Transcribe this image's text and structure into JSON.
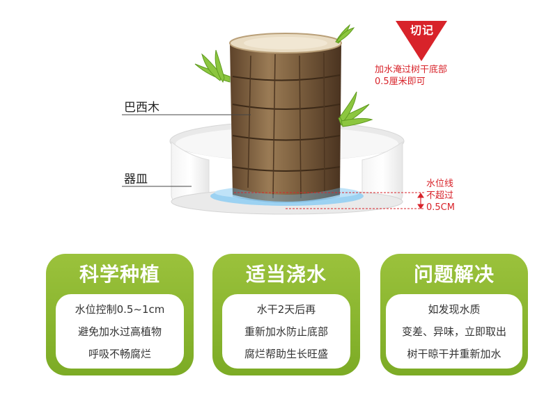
{
  "warning": {
    "badge": "切记",
    "note_line1": "加水淹过树干底部",
    "note_line2": "0.5厘米即可"
  },
  "labels": {
    "plant": "巴西木",
    "dish": "器皿"
  },
  "water_level": {
    "line1": "水位线",
    "line2": "不超过",
    "line3": "0.5CM"
  },
  "colors": {
    "green": "#8bb52f",
    "red": "#d8232a",
    "water": "#9cd2f2"
  },
  "cards": [
    {
      "title": "科学种植",
      "lines": [
        "水位控制0.5~1cm",
        "避免加水过高植物",
        "呼吸不畅腐烂"
      ]
    },
    {
      "title": "适当浇水",
      "lines": [
        "水干2天后再",
        "重新加水防止底部",
        "腐烂帮助生长旺盛"
      ]
    },
    {
      "title": "问题解决",
      "lines": [
        "如发现水质",
        "变差、异味，立即取出",
        "树干晾干并重新加水"
      ]
    }
  ]
}
